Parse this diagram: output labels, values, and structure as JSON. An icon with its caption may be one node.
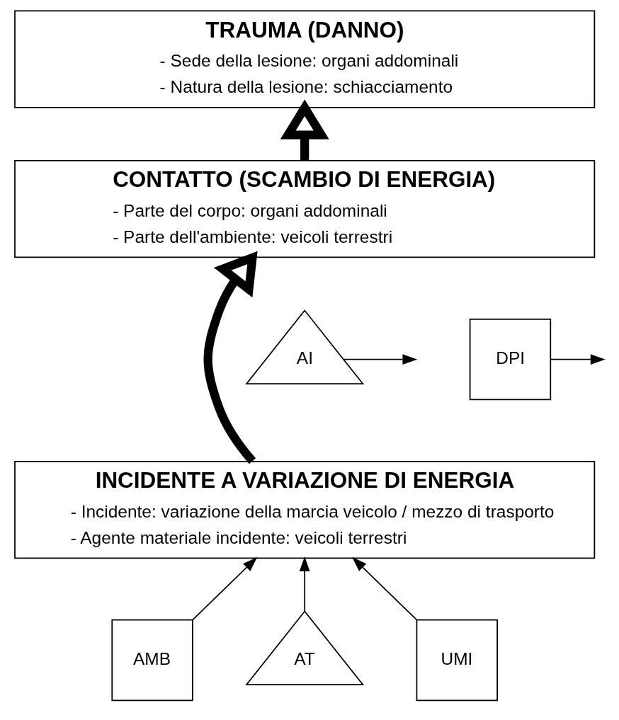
{
  "diagram": {
    "nodes": [
      {
        "text": [
          "TRAUMA (DANNO)",
          "- Sede della lesione: organi addominali",
          "- Natura della lesione: schiacciamento"
        ]
      },
      {
        "text": [
          "CONTATTO (SCAMBIO DI ENERGIA)",
          "- Parte del corpo: organi addominali",
          "- Parte dell'ambiente: veicoli terrestri"
        ]
      },
      {
        "text": [
          "INCIDENTE A VARIAZIONE DI ENERGIA",
          "- Incidente: variazione della marcia veicolo / mezzo di trasporto",
          "- Agente materiale incidente: veicoli terrestri"
        ]
      },
      {
        "text": [
          "AI"
        ]
      },
      {
        "text": [
          "DPI"
        ]
      },
      {
        "text": [
          "AMB"
        ]
      },
      {
        "text": [
          "AT"
        ]
      },
      {
        "text": [
          "UMI"
        ]
      }
    ],
    "edges": [
      {
        "from": 1,
        "to": 0,
        "arrow": "to",
        "style": "thick"
      },
      {
        "from": 2,
        "to": 1,
        "arrow": "to",
        "style": "thick"
      },
      {
        "from": 3,
        "to": null,
        "arrow": "to"
      },
      {
        "from": 4,
        "to": null,
        "arrow": "to"
      },
      {
        "from": 5,
        "to": 2,
        "arrow": "to"
      },
      {
        "from": 6,
        "to": 2,
        "arrow": "to"
      },
      {
        "from": 7,
        "to": 2,
        "arrow": "to"
      }
    ]
  }
}
